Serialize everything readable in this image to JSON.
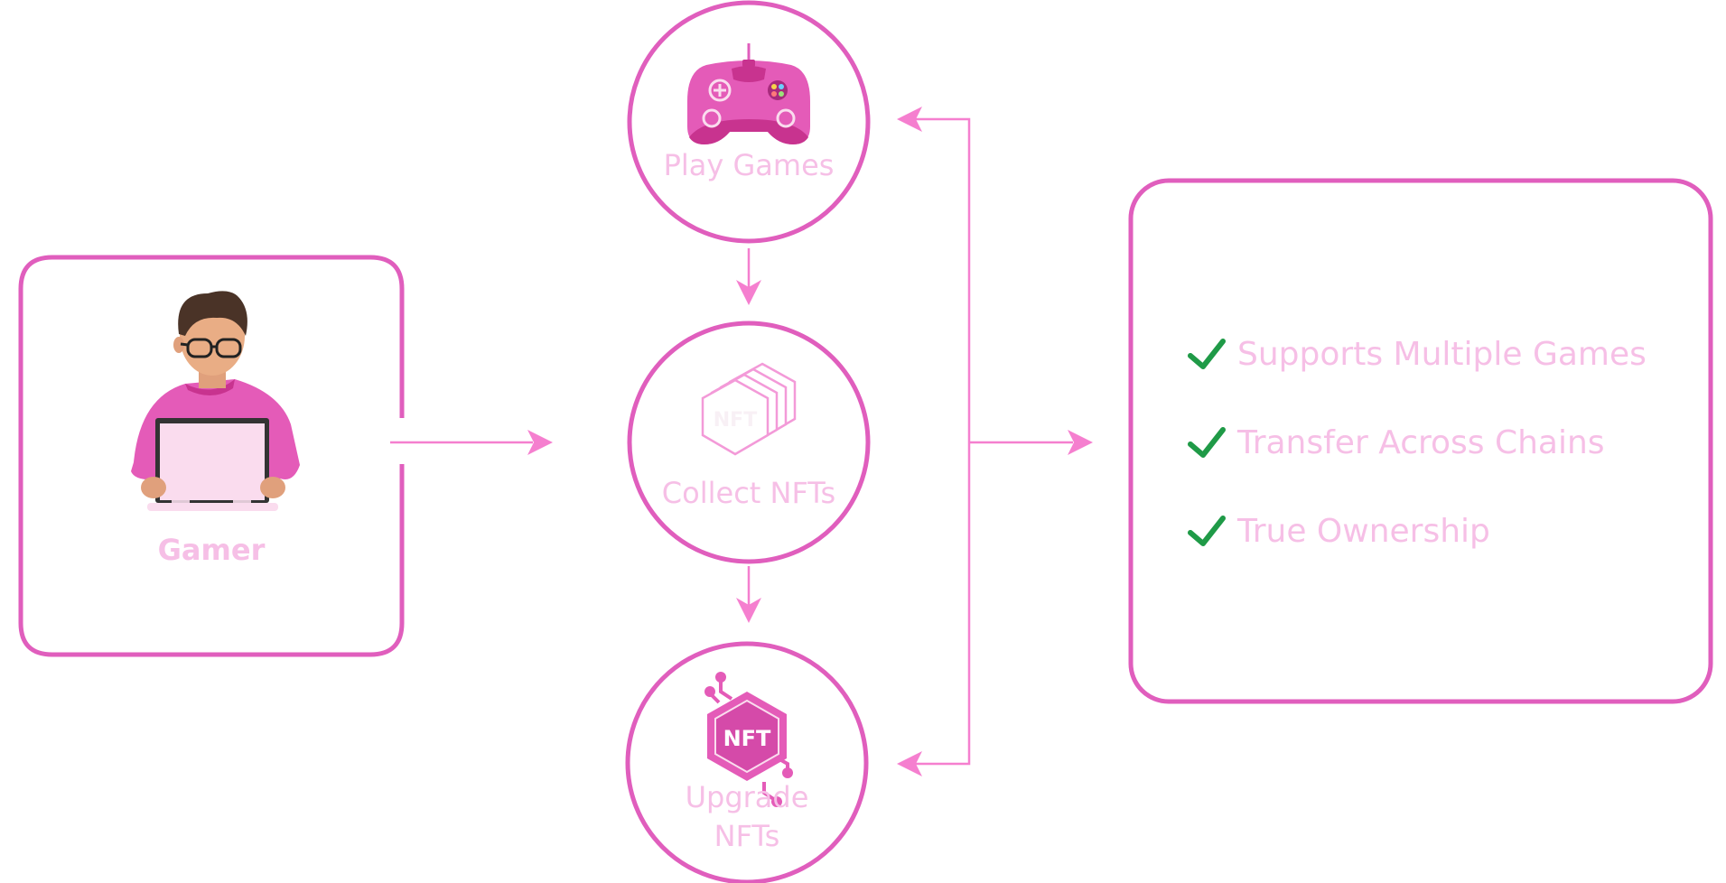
{
  "colors": {
    "frame": "#e05ebd",
    "connector": "#f57fcf",
    "label": "#f6bfe6",
    "check": "#1f9a47",
    "accent": "#d9499f"
  },
  "gamer": {
    "label": "Gamer",
    "icon": "gamer-with-laptop-icon"
  },
  "steps": [
    {
      "label": "Play Games",
      "icon": "gamepad-icon"
    },
    {
      "label": "Collect NFTs",
      "icon": "nft-stack-icon"
    },
    {
      "label_line1": "Upgrade",
      "label_line2": "NFTs",
      "icon": "nft-chip-icon"
    }
  ],
  "nft_chip_text": "NFT",
  "nft_stack_text": "NFT",
  "features": [
    {
      "label": "Supports Multiple Games",
      "icon": "checkmark-icon"
    },
    {
      "label": "Transfer Across Chains",
      "icon": "checkmark-icon"
    },
    {
      "label": "True Ownership",
      "icon": "checkmark-icon"
    }
  ]
}
